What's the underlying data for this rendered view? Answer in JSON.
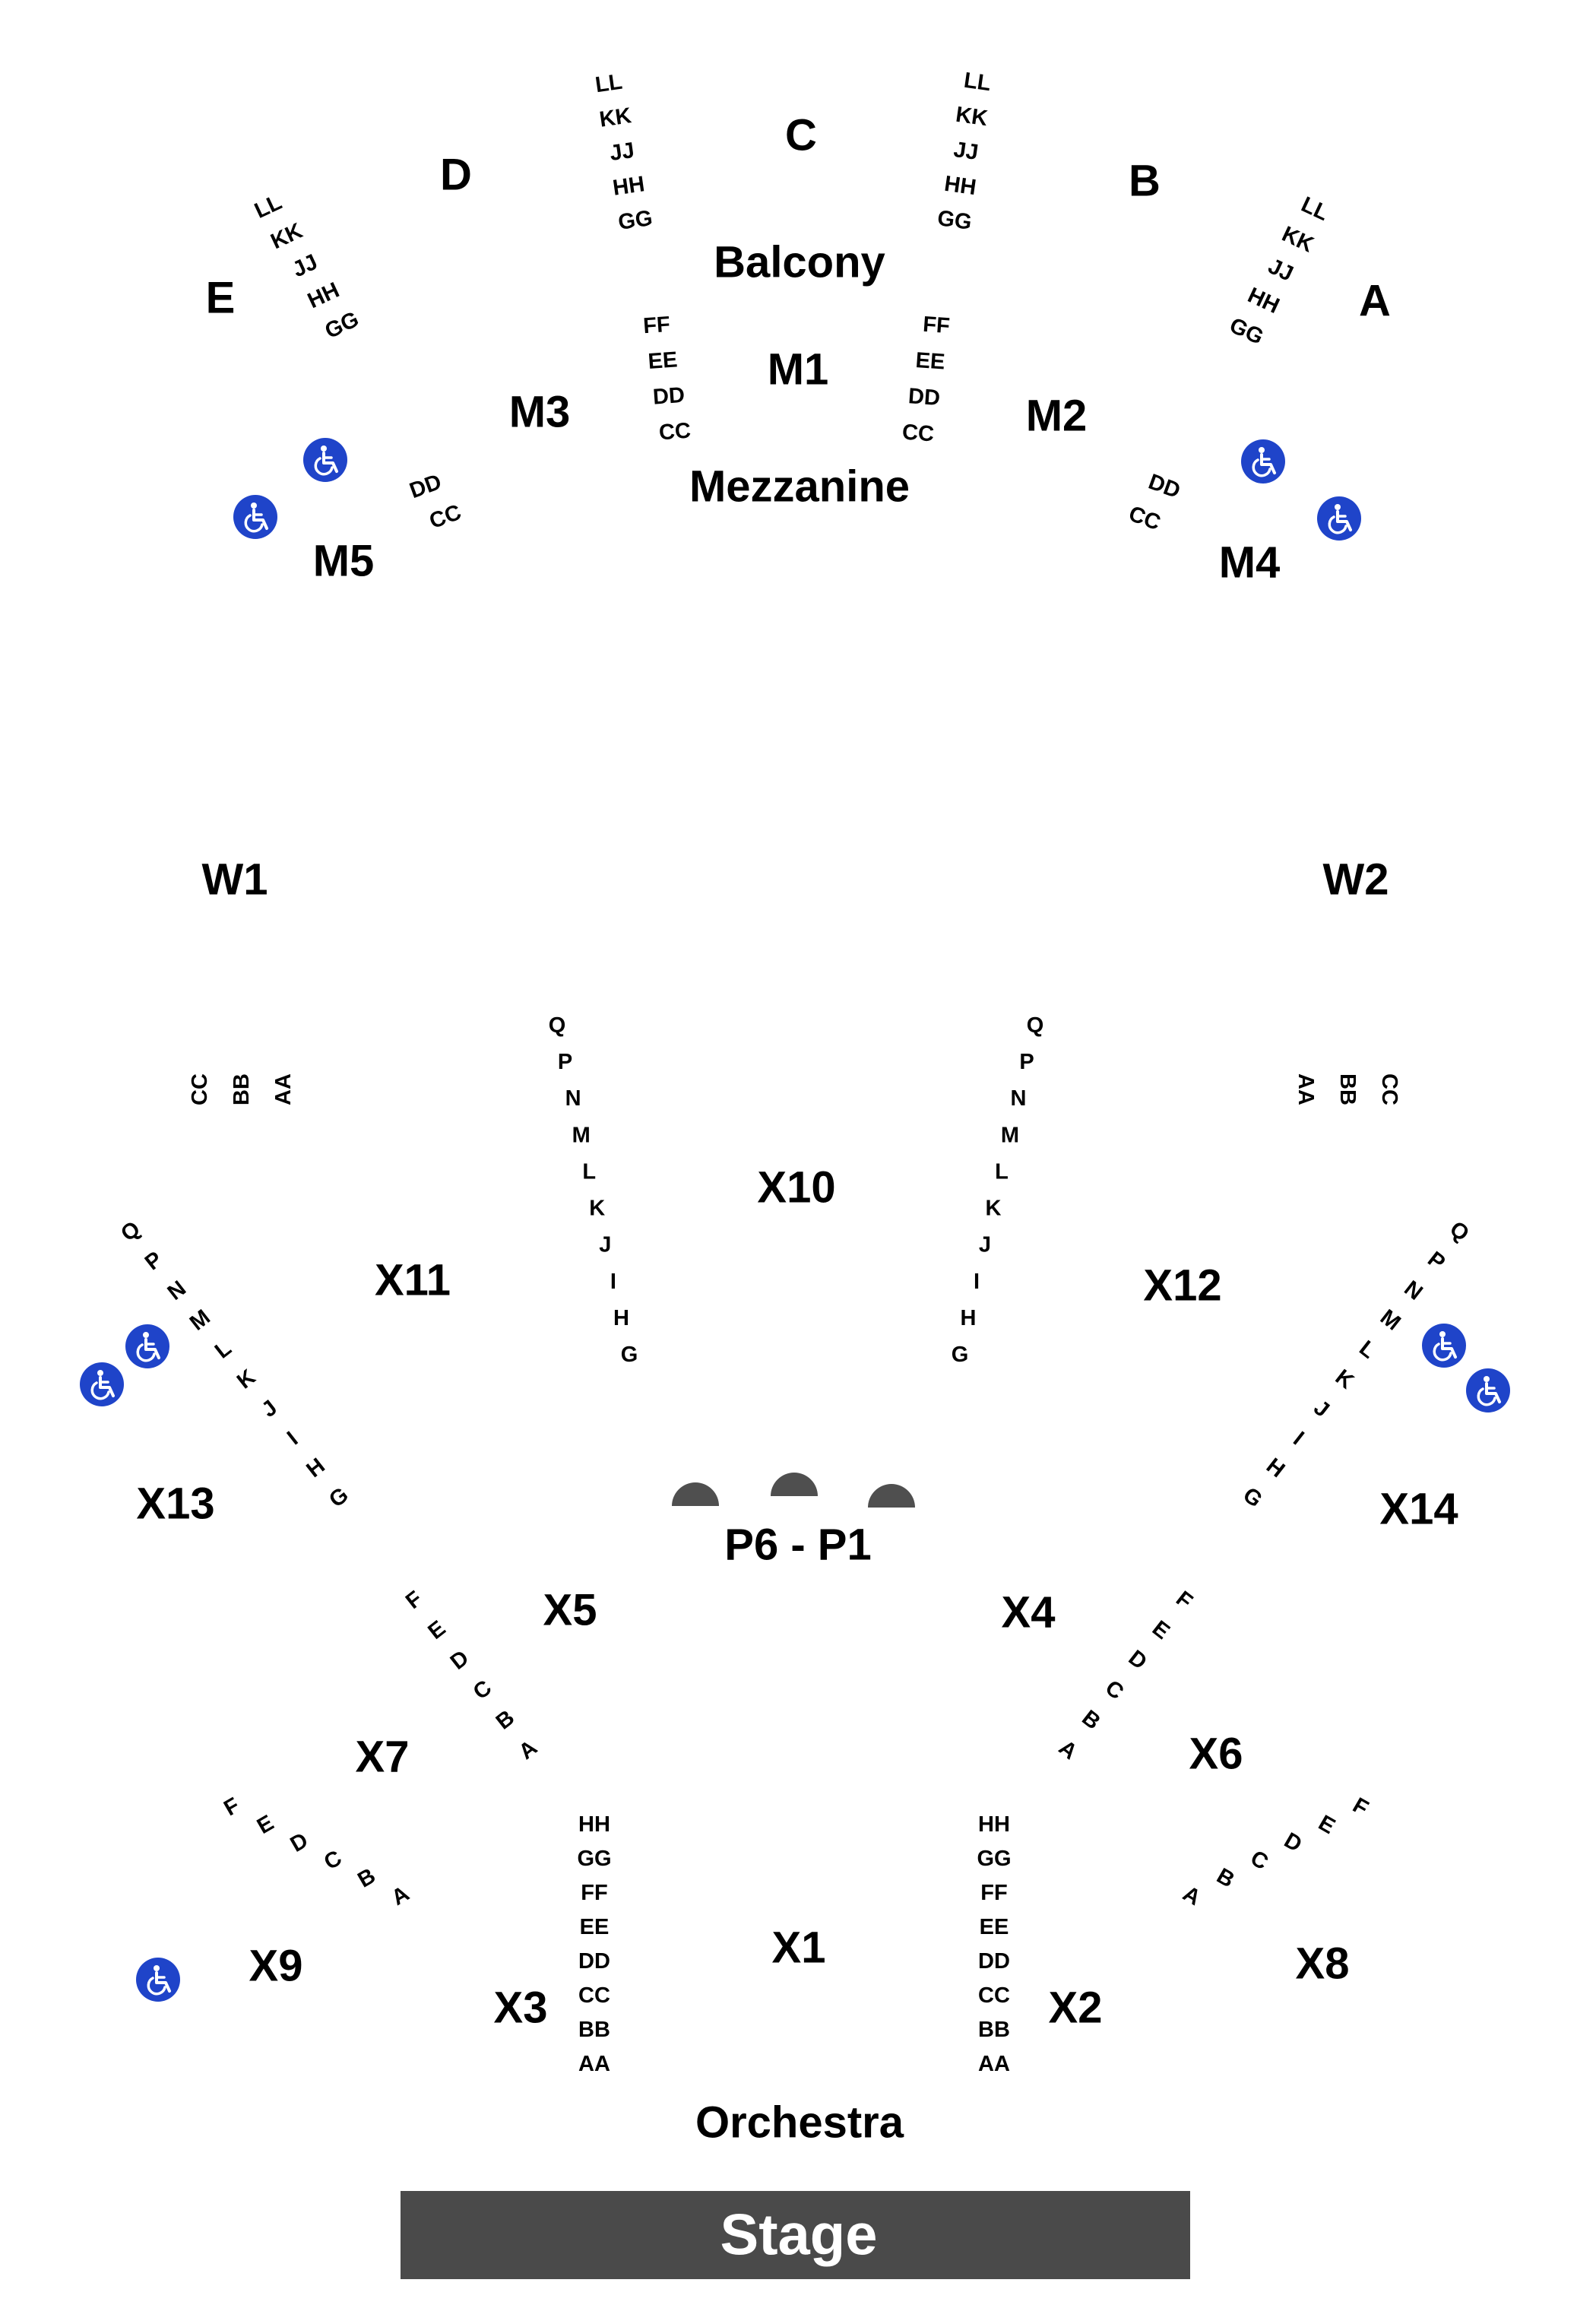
{
  "colors": {
    "stage": "#4a4a4a",
    "accessible": "#1f44c9",
    "pods": "#4f4f4f"
  },
  "icons": {
    "accessible": "wheelchair-icon"
  },
  "stage": {
    "label": "Stage"
  },
  "areas": {
    "balcony": "Balcony",
    "mezzanine": "Mezzanine",
    "orchestra": "Orchestra",
    "pods": "P6 - P1"
  },
  "sections": {
    "A": "A",
    "B": "B",
    "C": "C",
    "D": "D",
    "E": "E",
    "M1": "M1",
    "M2": "M2",
    "M3": "M3",
    "M4": "M4",
    "M5": "M5",
    "W1": "W1",
    "W2": "W2",
    "X1": "X1",
    "X2": "X2",
    "X3": "X3",
    "X4": "X4",
    "X5": "X5",
    "X6": "X6",
    "X7": "X7",
    "X8": "X8",
    "X9": "X9",
    "X10": "X10",
    "X11": "X11",
    "X12": "X12",
    "X13": "X13",
    "X14": "X14"
  },
  "rows": {
    "balcony_e": [
      "LL",
      "KK",
      "JJ",
      "HH",
      "GG"
    ],
    "balcony_d": [
      "LL",
      "KK",
      "JJ",
      "HH",
      "GG"
    ],
    "balcony_b": [
      "LL",
      "KK",
      "JJ",
      "HH",
      "GG"
    ],
    "balcony_a": [
      "LL",
      "KK",
      "JJ",
      "HH",
      "GG"
    ],
    "mezz_left": [
      "FF",
      "EE",
      "DD",
      "CC"
    ],
    "mezz_right": [
      "FF",
      "EE",
      "DD",
      "CC"
    ],
    "m5": [
      "DD",
      "CC"
    ],
    "m4": [
      "DD",
      "CC"
    ],
    "w1": [
      "CC",
      "BB",
      "AA"
    ],
    "w2": [
      "AA",
      "BB",
      "CC"
    ],
    "x10_left": [
      "Q",
      "P",
      "N",
      "M",
      "L",
      "K",
      "J",
      "I",
      "H",
      "G"
    ],
    "x10_right": [
      "Q",
      "P",
      "N",
      "M",
      "L",
      "K",
      "J",
      "I",
      "H",
      "G"
    ],
    "x13": [
      "Q",
      "P",
      "N",
      "M",
      "L",
      "K",
      "J",
      "I",
      "H",
      "G"
    ],
    "x14": [
      "Q",
      "P",
      "N",
      "M",
      "L",
      "K",
      "J",
      "I",
      "H",
      "G"
    ],
    "x5": [
      "F",
      "E",
      "D",
      "C",
      "B",
      "A"
    ],
    "x4": [
      "F",
      "E",
      "D",
      "C",
      "B",
      "A"
    ],
    "x7": [
      "F",
      "E",
      "D",
      "C",
      "B",
      "A"
    ],
    "x6": [
      "F",
      "E",
      "D",
      "C",
      "B",
      "A"
    ],
    "x3": [
      "HH",
      "GG",
      "FF",
      "EE",
      "DD",
      "CC",
      "BB",
      "AA"
    ],
    "x2": [
      "HH",
      "GG",
      "FF",
      "EE",
      "DD",
      "CC",
      "BB",
      "AA"
    ]
  }
}
